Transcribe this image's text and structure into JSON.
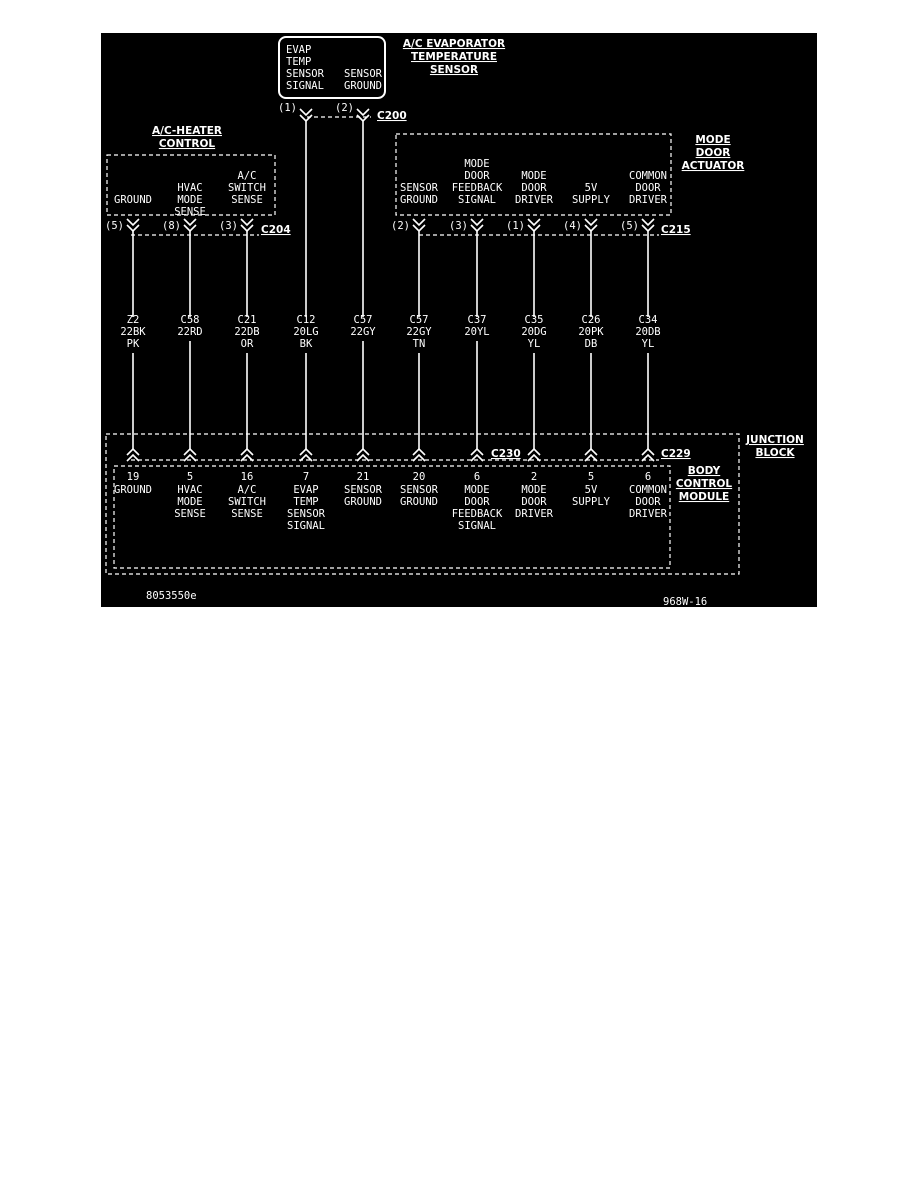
{
  "colors": {
    "background": "#000000",
    "foreground": "#ffffff",
    "page": "#ffffff"
  },
  "titles": {
    "evap_sensor": [
      "A/C EVAPORATOR",
      "TEMPERATURE",
      "SENSOR"
    ],
    "heater_control": [
      "A/C-HEATER",
      "CONTROL"
    ],
    "mode_door": [
      "MODE",
      "DOOR",
      "ACTUATOR"
    ],
    "junction_block": [
      "JUNCTION",
      "BLOCK"
    ],
    "bcm": [
      "BODY",
      "CONTROL",
      "MODULE"
    ]
  },
  "evap_box": {
    "signal_label": [
      "EVAP",
      "TEMP",
      "SENSOR",
      "SIGNAL"
    ],
    "ground_label": [
      "SENSOR",
      "GROUND"
    ]
  },
  "connectors": {
    "c200": "C200",
    "c204": "C204",
    "c215": "C215",
    "c229": "C229",
    "c230": "C230"
  },
  "wires": [
    {
      "top_pin": "(5)",
      "top_label": [
        "GROUND"
      ],
      "code": [
        "Z2",
        "22BK",
        "PK"
      ],
      "bottom_pin": "19",
      "bottom_label": [
        "GROUND"
      ]
    },
    {
      "top_pin": "(8)",
      "top_label": [
        "HVAC",
        "MODE",
        "SENSE"
      ],
      "code": [
        "C58",
        "22RD"
      ],
      "bottom_pin": "5",
      "bottom_label": [
        "HVAC",
        "MODE",
        "SENSE"
      ]
    },
    {
      "top_pin": "(3)",
      "top_label": [
        "A/C",
        "SWITCH",
        "SENSE"
      ],
      "code": [
        "C21",
        "22DB",
        "OR"
      ],
      "bottom_pin": "16",
      "bottom_label": [
        "A/C",
        "SWITCH",
        "SENSE"
      ]
    },
    {
      "top_pin": "(1)",
      "top_label": [],
      "code": [
        "C12",
        "20LG",
        "BK"
      ],
      "bottom_pin": "7",
      "bottom_label": [
        "EVAP",
        "TEMP",
        "SENSOR",
        "SIGNAL"
      ]
    },
    {
      "top_pin": "(2)",
      "top_label": [],
      "code": [
        "C57",
        "22GY"
      ],
      "bottom_pin": "21",
      "bottom_label": [
        "SENSOR",
        "GROUND"
      ]
    },
    {
      "top_pin": "(2)",
      "top_label": [
        "SENSOR",
        "GROUND"
      ],
      "code": [
        "C57",
        "22GY",
        "TN"
      ],
      "bottom_pin": "20",
      "bottom_label": [
        "SENSOR",
        "GROUND"
      ]
    },
    {
      "top_pin": "(3)",
      "top_label": [
        "MODE",
        "DOOR",
        "FEEDBACK",
        "SIGNAL"
      ],
      "code": [
        "C37",
        "20YL"
      ],
      "bottom_pin": "6",
      "bottom_label": [
        "MODE",
        "DOOR",
        "FEEDBACK",
        "SIGNAL"
      ]
    },
    {
      "top_pin": "(1)",
      "top_label": [
        "MODE",
        "DOOR",
        "DRIVER"
      ],
      "code": [
        "C35",
        "20DG",
        "YL"
      ],
      "bottom_pin": "2",
      "bottom_label": [
        "MODE",
        "DOOR",
        "DRIVER"
      ]
    },
    {
      "top_pin": "(4)",
      "top_label": [
        "5V",
        "SUPPLY"
      ],
      "code": [
        "C26",
        "20PK",
        "DB"
      ],
      "bottom_pin": "5",
      "bottom_label": [
        "5V",
        "SUPPLY"
      ]
    },
    {
      "top_pin": "(5)",
      "top_label": [
        "COMMON",
        "DOOR",
        "DRIVER"
      ],
      "code": [
        "C34",
        "20DB",
        "YL"
      ],
      "bottom_pin": "6",
      "bottom_label": [
        "COMMON",
        "DOOR",
        "DRIVER"
      ]
    }
  ],
  "footer": {
    "left_code": "8053550e",
    "right_code": "968W-16"
  }
}
